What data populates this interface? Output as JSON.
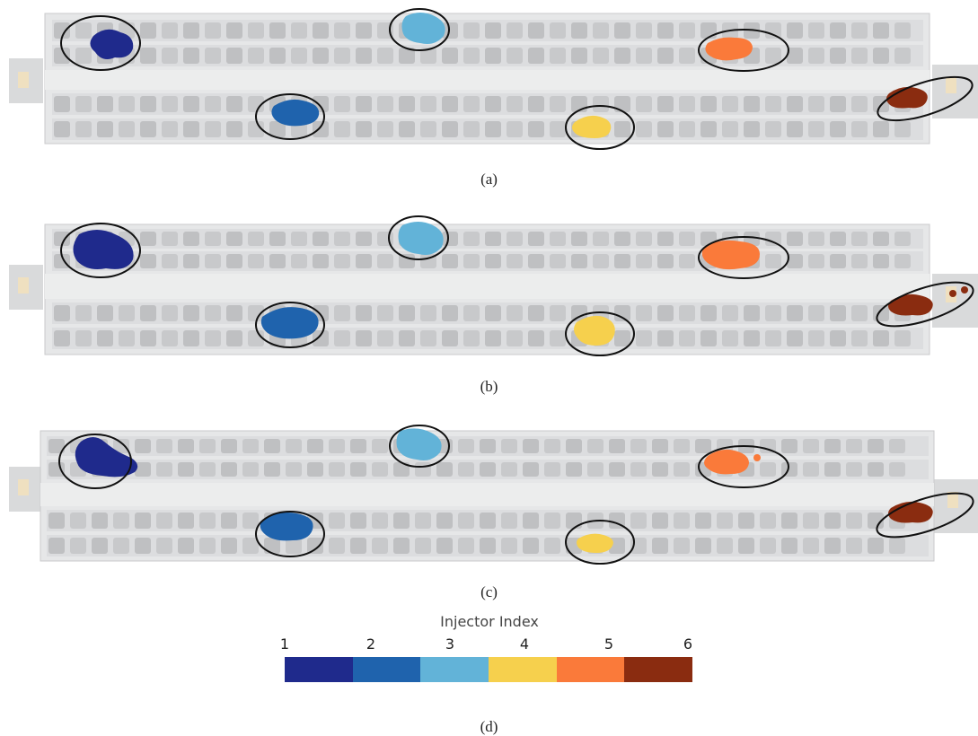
{
  "panels": [
    {
      "id": "a",
      "caption": "(a)"
    },
    {
      "id": "b",
      "caption": "(b)"
    },
    {
      "id": "c",
      "caption": "(c)"
    }
  ],
  "colorbar": {
    "title": "Injector Index",
    "caption": "(d)",
    "ticks": [
      "1",
      "2",
      "3",
      "4",
      "5",
      "6"
    ],
    "colors": [
      "#1f2a8c",
      "#1f63ad",
      "#62b3d8",
      "#f6d04d",
      "#fa7a3a",
      "#8a2c10"
    ]
  }
}
